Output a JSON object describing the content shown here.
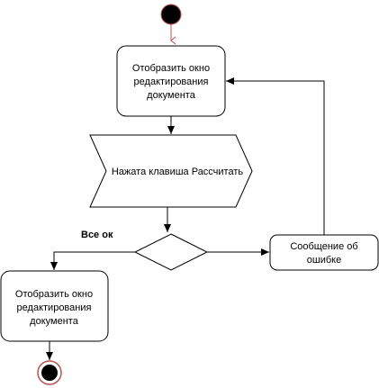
{
  "colors": {
    "stroke": "#000000",
    "fill": "#ffffff",
    "start_node_fill": "#000000",
    "start_node_accent": "#b85450",
    "end_node_ring": "#b85450"
  },
  "nodes": {
    "start": {
      "kind": "initial-node"
    },
    "display_edit_window": {
      "lines": [
        "Отобразить окно",
        "редактирования",
        "документа"
      ]
    },
    "calculate_key_signal": {
      "text": "Нажата клавиша Рассчитать"
    },
    "decision": {
      "kind": "decision-node"
    },
    "error_message": {
      "lines": [
        "Сообщение об",
        "ошибке"
      ]
    },
    "display_edit_window_final": {
      "lines": [
        "Отобразить окно",
        "редактирования",
        "документа"
      ]
    },
    "end": {
      "kind": "final-node"
    }
  },
  "edges": {
    "all_ok_label": "Все ок"
  }
}
